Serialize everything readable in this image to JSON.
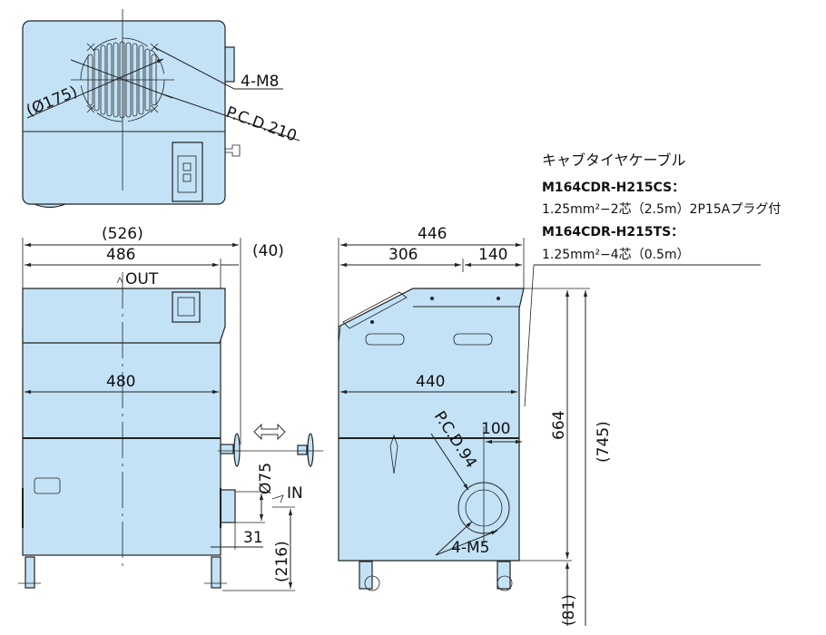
{
  "top_view": {
    "dia_label": "(Ø175)",
    "bolt_label": "4-M8",
    "pcd_label": "P.C.D.210"
  },
  "front_view": {
    "dim_overall_width": "(526)",
    "dim_width": "486",
    "dim_offset": "(40)",
    "dim_inner_width": "480",
    "out_label": "OUT",
    "in_label": "IN",
    "dim_inlet_dia": "Ø75",
    "dim_inlet_offset": "31",
    "dim_inlet_height": "(216)"
  },
  "side_view": {
    "dim_depth": "446",
    "dim_front": "306",
    "dim_rear": "140",
    "dim_inner_depth": "440",
    "dim_height": "664",
    "dim_overall_height": "(745)",
    "dim_caster": "(81)",
    "pcd_label": "P.C.D.94",
    "dim_outlet_offset": "100",
    "bolt_label": "4-M5"
  },
  "cable_note": {
    "title": "キャブタイヤケーブル",
    "model1": "M164CDR-H215CS：",
    "spec1": "1.25mm²−2芯（2.5m）2P15Aプラグ付",
    "model2": "M164CDR-H215TS：",
    "spec2": "1.25mm²−4芯（0.5m）"
  },
  "colors": {
    "body": "#c3e2f6",
    "line": "#222222"
  }
}
